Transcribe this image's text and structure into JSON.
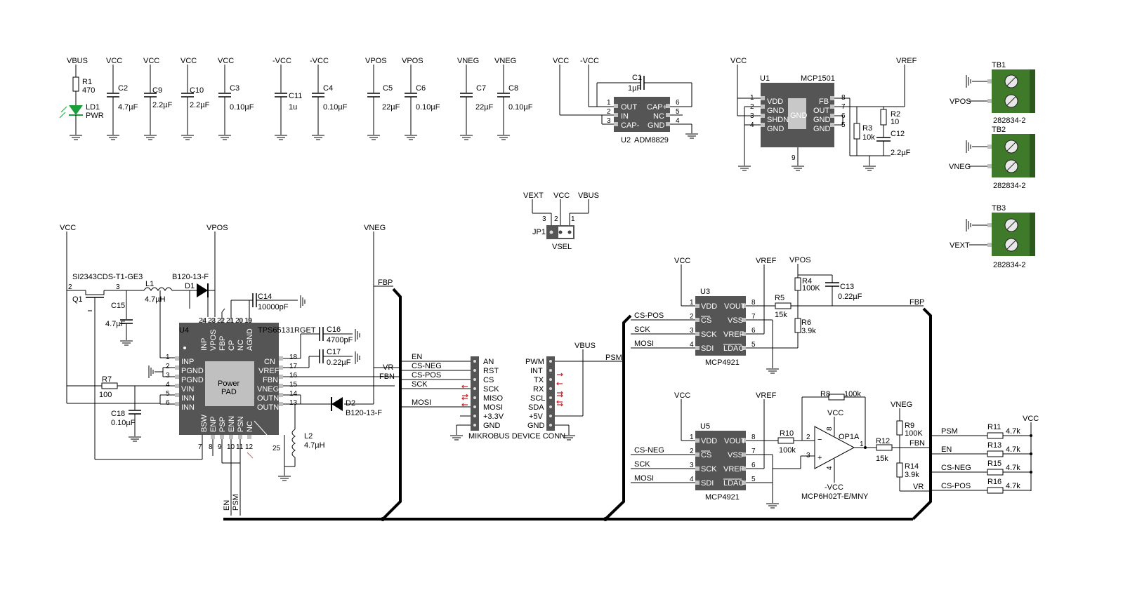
{
  "rails": {
    "vbus": "VBUS",
    "vcc": "VCC",
    "nvcc": "-VCC",
    "vpos": "VPOS",
    "vneg": "VNEG",
    "vref": "VREF",
    "vext": "VEXT"
  },
  "power_section": {
    "r1": "R1",
    "r1_val": "470",
    "ld1": "LD1",
    "ld1_val": "PWR",
    "c2": "C2",
    "c2_val": "4.7µF",
    "c9": "C9",
    "c9_val": "2.2µF",
    "c10": "C10",
    "c10_val": "2.2µF",
    "c3": "C3",
    "c3_val": "0.10µF",
    "c11": "C11",
    "c11_val": "1u",
    "c4": "C4",
    "c4_val": "0.10µF",
    "c5": "C5",
    "c5_val": "22µF",
    "c6": "C6",
    "c6_val": "0.10µF",
    "c7": "C7",
    "c7_val": "22µF",
    "c8": "C8",
    "c8_val": "0.10µF"
  },
  "u2": {
    "ref": "U2",
    "part": "ADM8829",
    "c1": "C1",
    "c1_val": "1µF",
    "pins": [
      "OUT",
      "IN",
      "CAP-",
      "CAP+",
      "NC",
      "GND"
    ],
    "nums": [
      "1",
      "2",
      "3",
      "6",
      "5",
      "4"
    ]
  },
  "u1": {
    "ref": "U1",
    "part": "MCP1501",
    "center": "GND",
    "left": [
      "VDD",
      "GND",
      "SHDN",
      "GND"
    ],
    "left_nums": [
      "1",
      "2",
      "3",
      "4"
    ],
    "right": [
      "FB",
      "OUT",
      "GND",
      "GND"
    ],
    "right_nums": [
      "8",
      "7",
      "6",
      "5"
    ],
    "bottom": "9",
    "r2": "R2",
    "r2_val": "10",
    "r3": "R3",
    "r3_val": "10k",
    "c12": "C12",
    "c12_val": "2.2µF"
  },
  "terminals": [
    {
      "ref": "TB1",
      "part": "282834-2",
      "net": "VPOS"
    },
    {
      "ref": "TB2",
      "part": "282834-2",
      "net": "VNEG"
    },
    {
      "ref": "TB3",
      "part": "282834-2",
      "net": "VEXT"
    }
  ],
  "jp1": {
    "ref": "JP1",
    "name": "VSEL",
    "pins": [
      "3",
      "2",
      "1"
    ],
    "nets": [
      "VEXT",
      "VCC",
      "VBUS"
    ]
  },
  "u4": {
    "ref": "U4",
    "part": "TPS65131RGET",
    "pad1": "Power",
    "pad2": "PAD",
    "left": [
      "INP",
      "PGND",
      "PGND",
      "VIN",
      "INN",
      "INN"
    ],
    "left_nums": [
      "1",
      "2",
      "3",
      "4",
      "5",
      "6"
    ],
    "top": [
      "INP",
      "VPOS",
      "FBP",
      "CP",
      "NC",
      "AGND"
    ],
    "top_nums": [
      "24",
      "23",
      "22",
      "21",
      "20",
      "19"
    ],
    "right": [
      "CN",
      "VREF",
      "FBN",
      "VNEG",
      "OUTN",
      "OUTN"
    ],
    "right_nums": [
      "18",
      "17",
      "16",
      "15",
      "14",
      "13"
    ],
    "bottom": [
      "BSW",
      "ENP",
      "PSP",
      "ENN",
      "PSN",
      "NC"
    ],
    "bottom_nums": [
      "8",
      "9",
      "10",
      "11",
      "12"
    ],
    "pin7": "7",
    "pin25": "25"
  },
  "u4_parts": {
    "q1": "Q1",
    "q1_part": "SI2343CDS-T1-GE3",
    "q_pin2": "2",
    "q_pin3": "3",
    "l1": "L1",
    "l1_val": "4.7µH",
    "d1": "D1",
    "d1_part": "B120-13-F",
    "c15": "C15",
    "c15_val": "4.7µF",
    "r7": "R7",
    "r7_val": "100",
    "c18": "C18",
    "c18_val": "0.10µF",
    "c14": "C14",
    "c14_val": "10000pF",
    "c16": "C16",
    "c16_val": "4700pF",
    "c17": "C17",
    "c17_val": "0.22µF",
    "l2": "L2",
    "l2_val": "4.7µH",
    "d2": "D2",
    "d2_part": "B120-13-F"
  },
  "nets": {
    "fbp": "FBP",
    "vr": "VR",
    "fbn": "FBN",
    "en": "EN",
    "cs_neg": "CS-NEG",
    "cs_pos": "CS-POS",
    "sck": "SCK",
    "mosi": "MOSI",
    "psm": "PSM",
    "vbus": "VBUS"
  },
  "mikrobus": {
    "left": [
      "AN",
      "RST",
      "CS",
      "SCK",
      "MISO",
      "MOSI",
      "+3.3V",
      "GND"
    ],
    "right": [
      "PWM",
      "INT",
      "TX",
      "RX",
      "SCL",
      "SDA",
      "+5V",
      "GND"
    ],
    "title": "MIKROBUS DEVICE CONN"
  },
  "u3": {
    "ref": "U3",
    "part": "MCP4921",
    "left": [
      "VDD",
      "CS",
      "SCK",
      "SDI"
    ],
    "left_nums": [
      "1",
      "2",
      "3",
      "4"
    ],
    "right": [
      "VOUT",
      "VSS",
      "VREF",
      "LDAC"
    ],
    "right_nums": [
      "8",
      "7",
      "6",
      "5"
    ],
    "r5": "R5",
    "r5_val": "15k",
    "r4": "R4",
    "r4_val": "100K",
    "r6": "R6",
    "r6_val": "3.9k",
    "c13": "C13",
    "c13_val": "0.22µF"
  },
  "u5": {
    "ref": "U5",
    "part": "MCP4921",
    "left": [
      "VDD",
      "CS",
      "SCK",
      "SDI"
    ],
    "left_nums": [
      "1",
      "2",
      "3",
      "4"
    ],
    "right": [
      "VOUT",
      "VSS",
      "VREF",
      "LDAC"
    ],
    "right_nums": [
      "8",
      "7",
      "6",
      "5"
    ],
    "r10": "R10",
    "r10_val": "100k",
    "r8": "R8",
    "r8_val": "100k"
  },
  "op1": {
    "ref": "OP1A",
    "part": "MCP6H02T-E/MNY",
    "minus": "−",
    "plus": "+",
    "p2": "2",
    "p3": "3",
    "p1": "1",
    "p8": "8",
    "p4": "4",
    "r12": "R12",
    "r12_val": "15k",
    "r9": "R9",
    "r9_val": "100K",
    "r14": "R14",
    "r14_val": "3.9k"
  },
  "pullups": [
    {
      "ref": "R11",
      "val": "4.7k",
      "net": "PSM"
    },
    {
      "ref": "R13",
      "val": "4.7k",
      "net": "EN"
    },
    {
      "ref": "R15",
      "val": "4.7k",
      "net": "CS-NEG"
    },
    {
      "ref": "R16",
      "val": "4.7k",
      "net": "CS-POS"
    }
  ]
}
